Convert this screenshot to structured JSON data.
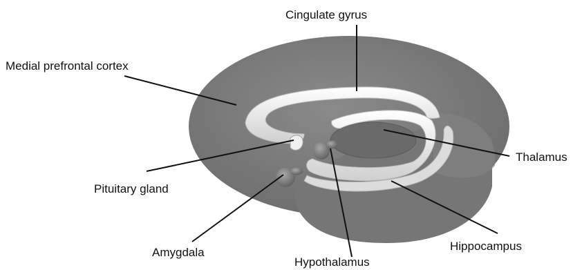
{
  "labels": {
    "cingulate_gyrus": "Cingulate gyrus",
    "medial_prefrontal_cortex": "Medial prefrontal cortex",
    "thalamus": "Thalamus",
    "pituitary_gland": "Pituitary gland",
    "amygdala": "Amygdala",
    "hypothalamus": "Hypothalamus",
    "hippocampus": "Hippocampus"
  },
  "colors": {
    "brain_dark": "#6e6e6e",
    "brain_mid": "#7d7d7d",
    "brain_light": "#8a8a8a",
    "structure_highlight": "#f4f4f4",
    "leader_line": "#111111"
  }
}
